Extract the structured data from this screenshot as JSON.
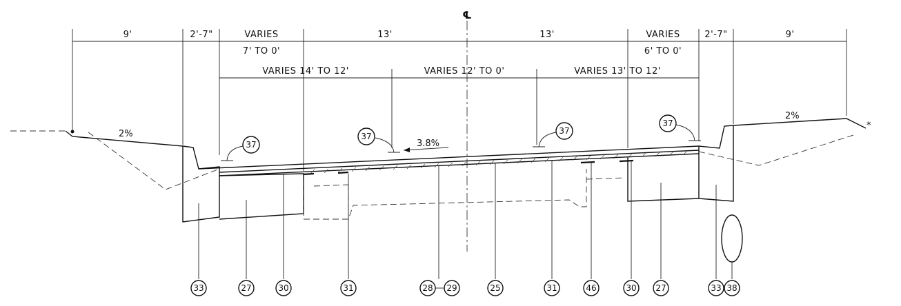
{
  "centerline": {
    "label": "℄"
  },
  "dimensions": {
    "top_row": [
      {
        "id": "left-shoulder",
        "text": "9'"
      },
      {
        "id": "left-barrier",
        "text": "2'-7\""
      },
      {
        "id": "left-varies",
        "text": "VARIES",
        "sub": "7' TO 0'"
      },
      {
        "id": "left-lane",
        "text": "13'"
      },
      {
        "id": "right-lane",
        "text": "13'"
      },
      {
        "id": "right-varies",
        "text": "VARIES",
        "sub": "6' TO 0'"
      },
      {
        "id": "right-barrier",
        "text": "2'-7\""
      },
      {
        "id": "right-shoulder",
        "text": "9'"
      }
    ],
    "second_row": [
      {
        "id": "span-left",
        "text": "VARIES 14' TO 12'"
      },
      {
        "id": "span-middle",
        "text": "VARIES 12' TO 0'"
      },
      {
        "id": "span-right",
        "text": "VARIES 13' TO 12'"
      }
    ]
  },
  "slopes": {
    "left": "2%",
    "right": "2%",
    "deck": "3.8%"
  },
  "asterisk": "*",
  "callouts_top": [
    "37",
    "37",
    "37",
    "37"
  ],
  "callouts_bottom": [
    "33",
    "27",
    "30",
    "31",
    "28",
    "29",
    "25",
    "31",
    "46",
    "30",
    "27",
    "33",
    "38"
  ]
}
